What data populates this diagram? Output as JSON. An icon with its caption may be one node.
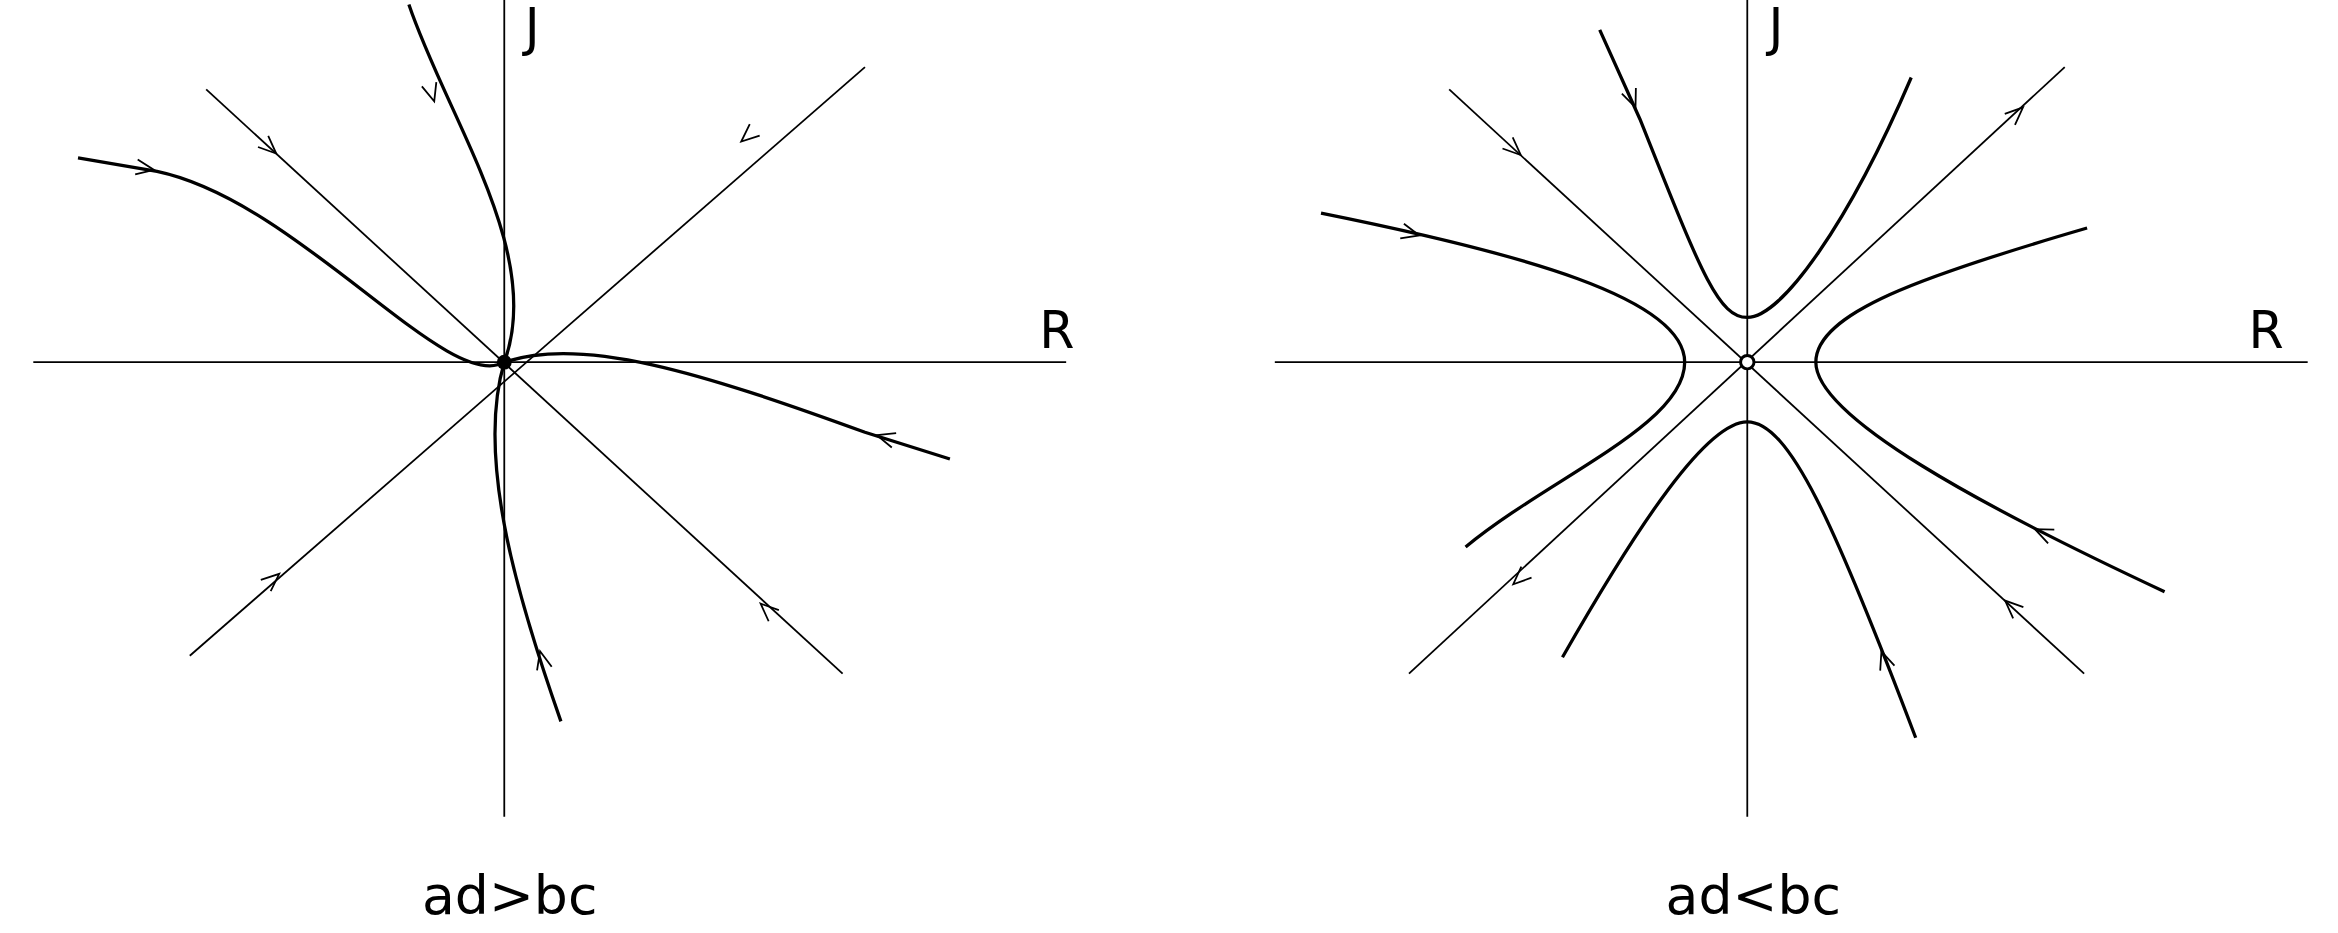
{
  "diagram": {
    "labels": [
      "J",
      "R",
      "ad>bc",
      "J",
      "R",
      "ad<bc"
    ]
  }
}
